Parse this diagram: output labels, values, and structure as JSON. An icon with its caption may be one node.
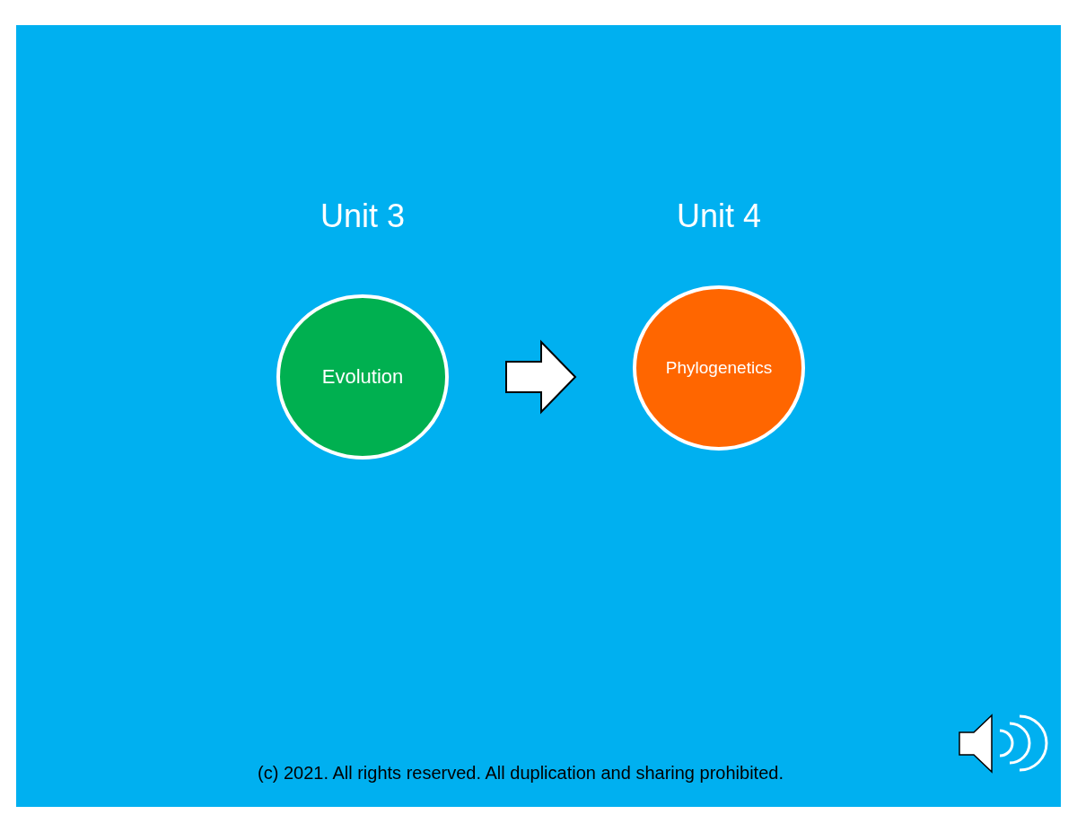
{
  "diagram": {
    "nodes": [
      {
        "text": [
          "Unit 3",
          "Evolution"
        ]
      },
      {
        "text": [
          "Unit 4",
          "Phylogenetics"
        ]
      }
    ],
    "edges": [
      {
        "from": 0,
        "to": 1,
        "arrow": "to"
      }
    ],
    "labels": [
      "(c) 2021. All rights reserved. All duplication and sharing prohibited."
    ]
  }
}
